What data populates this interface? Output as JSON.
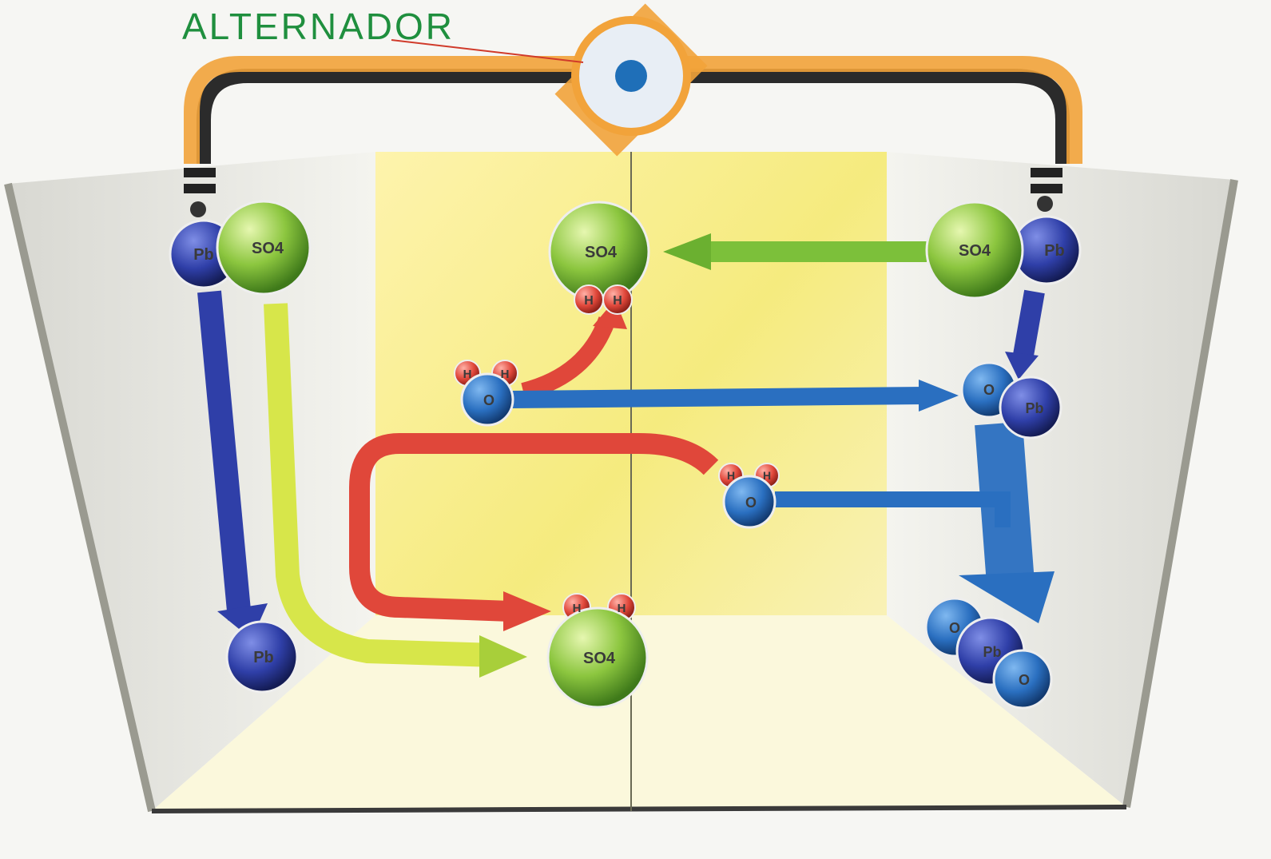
{
  "title": "ALTERNADOR",
  "colors": {
    "circuit_wire": "#f2a33a",
    "lead": "#2f3fa8",
    "oxygen": "#2a6fc0",
    "sulfate": "#8cc63f",
    "hydrogen": "#e0473a",
    "electrolyte": "#f5e96a"
  },
  "icons": {
    "alternator": "alternator-icon",
    "terminal": "terminal-icon"
  },
  "molecules": {
    "left_top": {
      "a": "Pb",
      "b": "SO4"
    },
    "center_top": {
      "a": "SO4",
      "h1": "H",
      "h2": "H"
    },
    "right_top": {
      "a": "SO4",
      "b": "Pb"
    },
    "water_1": {
      "h1": "H",
      "h2": "H",
      "o": "O"
    },
    "water_2": {
      "h1": "H",
      "h2": "H",
      "o": "O"
    },
    "right_mid": {
      "a": "O",
      "b": "Pb"
    },
    "left_bottom": {
      "a": "Pb"
    },
    "center_bottom": {
      "h1": "H",
      "h2": "H",
      "a": "SO4"
    },
    "right_bottom": {
      "o1": "O",
      "pb": "Pb",
      "o2": "O"
    }
  }
}
